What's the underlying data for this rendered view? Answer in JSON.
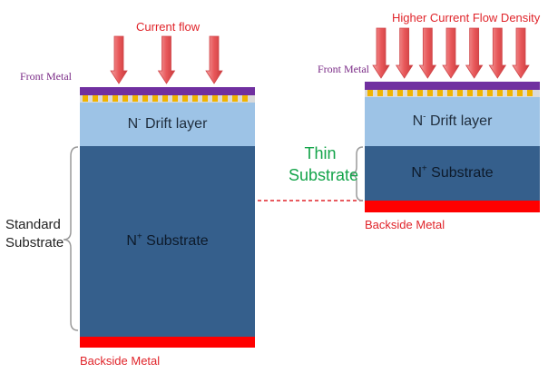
{
  "left": {
    "top_label": "Current flow",
    "front_metal": "Front Metal",
    "drift_prefix": "N",
    "drift_sup": "-",
    "drift_suffix": " Drift layer",
    "sub_prefix": "N",
    "sub_sup": "+",
    "sub_suffix": " Substrate",
    "side_line1": "Standard",
    "side_line2": "Substrate",
    "backside_metal": "Backside Metal",
    "arrow_count": 3
  },
  "right": {
    "top_label": "Higher Current Flow Density",
    "front_metal": "Front Metal",
    "drift_prefix": "N",
    "drift_sup": "-",
    "drift_suffix": " Drift layer",
    "sub_prefix": "N",
    "sub_sup": "+",
    "sub_suffix": " Substrate",
    "side_line1": "Thin",
    "side_line2": "Substrate",
    "backside_metal": "Backside Metal",
    "arrow_count": 7
  },
  "colors": {
    "front_metal": "#7030a0",
    "backside_metal": "#ff0000",
    "drift_layer": "#9dc3e6",
    "substrate": "#355f8c",
    "contact_pads": "#f0b400",
    "arrow": "#e8585a",
    "thin_substrate_text": "#14a44a"
  }
}
